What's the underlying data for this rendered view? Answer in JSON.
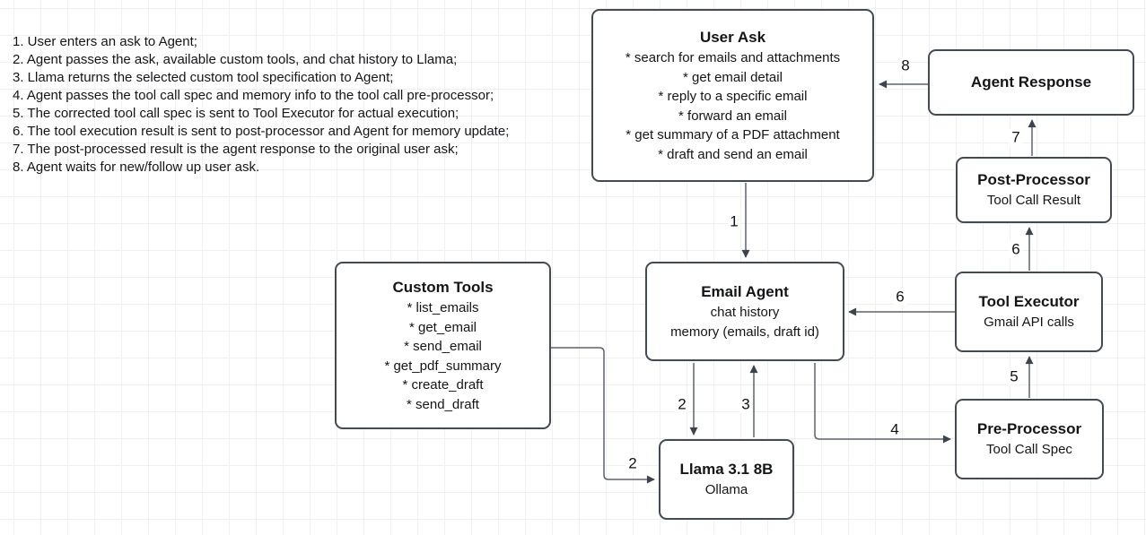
{
  "notes": {
    "lines": [
      "1. User enters an ask to Agent;",
      "2. Agent passes the ask, available custom tools, and chat history to Llama;",
      "3. Llama returns the selected custom tool specification to Agent;",
      "4. Agent passes the tool call spec and memory info to the tool call pre-processor;",
      "5. The corrected tool call spec is sent to Tool Executor for actual execution;",
      "6. The tool execution result is sent to post-processor and Agent for memory update;",
      "7. The post-processed result is the agent response to the original user ask;",
      "8. Agent waits for new/follow up user ask."
    ]
  },
  "boxes": {
    "user_ask": {
      "title": "User Ask",
      "lines": [
        "* search for emails and attachments",
        "* get email detail",
        "* reply to a specific email",
        "* forward an email",
        "* get summary of a PDF attachment",
        "* draft and send an email"
      ]
    },
    "agent_response": {
      "title": "Agent Response"
    },
    "post_processor": {
      "title": "Post-Processor",
      "subtitle": "Tool Call Result"
    },
    "tool_executor": {
      "title": "Tool Executor",
      "subtitle": "Gmail API calls"
    },
    "pre_processor": {
      "title": "Pre-Processor",
      "subtitle": "Tool Call Spec"
    },
    "email_agent": {
      "title": "Email Agent",
      "lines": [
        "chat history",
        "memory (emails, draft id)"
      ]
    },
    "custom_tools": {
      "title": "Custom Tools",
      "lines": [
        "* list_emails",
        "* get_email",
        "* send_email",
        "* get_pdf_summary",
        "* create_draft",
        "* send_draft"
      ]
    },
    "llama": {
      "title": "Llama 3.1 8B",
      "subtitle": "Ollama"
    }
  },
  "edges": {
    "e1": {
      "from": "User Ask",
      "to": "Email Agent",
      "label": "1"
    },
    "e2a": {
      "from": "Email Agent",
      "to": "Llama 3.1 8B",
      "label": "2"
    },
    "e2b": {
      "from": "Custom Tools",
      "to": "Llama 3.1 8B",
      "label": "2"
    },
    "e3": {
      "from": "Llama 3.1 8B",
      "to": "Email Agent",
      "label": "3"
    },
    "e4": {
      "from": "Email Agent",
      "to": "Pre-Processor",
      "label": "4"
    },
    "e5": {
      "from": "Pre-Processor",
      "to": "Tool Executor",
      "label": "5"
    },
    "e6a": {
      "from": "Tool Executor",
      "to": "Post-Processor",
      "label": "6"
    },
    "e6b": {
      "from": "Tool Executor",
      "to": "Email Agent",
      "label": "6"
    },
    "e7": {
      "from": "Post-Processor",
      "to": "Agent Response",
      "label": "7"
    },
    "e8": {
      "from": "Agent Response",
      "to": "User Ask",
      "label": "8"
    }
  },
  "colors": {
    "background": "#ffffff",
    "grid_line": "#f0f0f1",
    "box_border": "#434a52",
    "edge_line": "#5d646c",
    "arrowhead": "#3d444c",
    "text": "#141517"
  }
}
